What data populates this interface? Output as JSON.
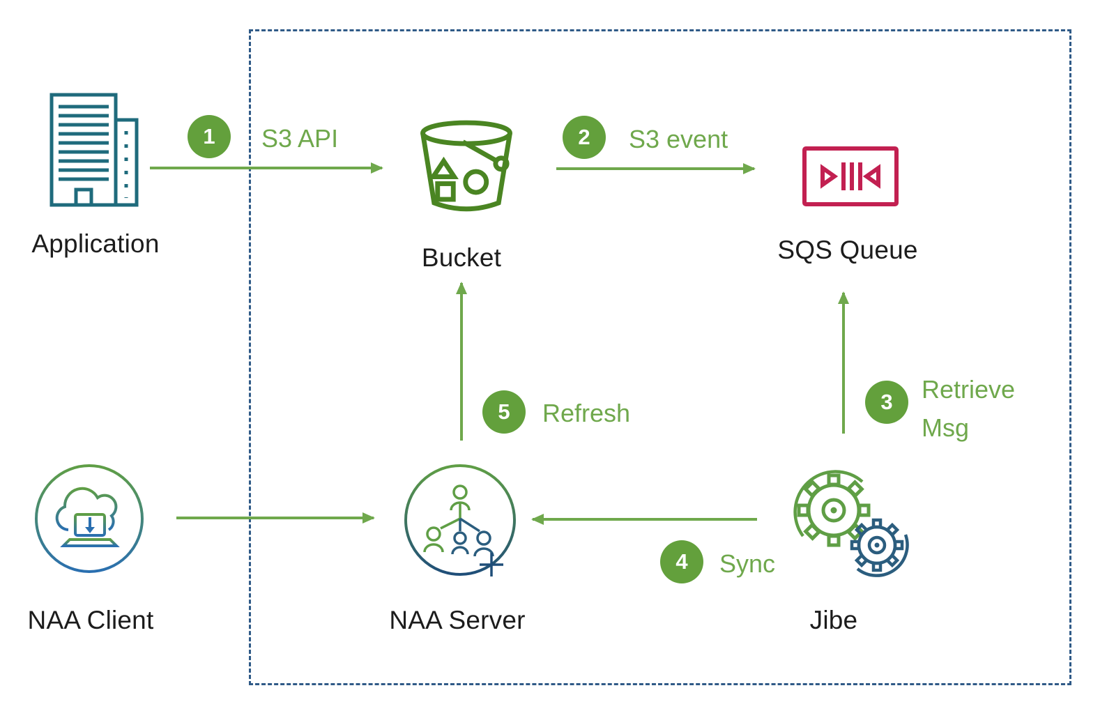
{
  "diagram_type": "architecture-flow",
  "nodes": {
    "application": {
      "label": "Application",
      "icon": "building-icon"
    },
    "bucket": {
      "label": "Bucket",
      "icon": "s3-bucket-icon"
    },
    "sqs": {
      "label": "SQS Queue",
      "icon": "sqs-queue-icon"
    },
    "naa_client": {
      "label": "NAA Client",
      "icon": "cloud-laptop-icon"
    },
    "naa_server": {
      "label": "NAA Server",
      "icon": "org-users-circle-icon"
    },
    "jibe": {
      "label": "Jibe",
      "icon": "gears-icon"
    }
  },
  "steps": {
    "s1": {
      "number": "1",
      "label": "S3 API"
    },
    "s2": {
      "number": "2",
      "label": "S3 event"
    },
    "s3": {
      "number": "3",
      "label": "Retrieve Msg",
      "lines": [
        "Retrieve",
        "Msg"
      ]
    },
    "s4": {
      "number": "4",
      "label": "Sync"
    },
    "s5": {
      "number": "5",
      "label": "Refresh"
    }
  },
  "colors": {
    "arrow_green": "#6fa84c",
    "badge_green": "#63a03c",
    "bucket_green": "#4a8522",
    "sqs_crimson": "#c22051",
    "boundary_navy": "#2f5a87",
    "building_teal": "#1f6b7c",
    "icon_navy": "#2b5d7e",
    "gradient_blue": "#2a6fb0",
    "label_black": "#1c1c1c"
  }
}
